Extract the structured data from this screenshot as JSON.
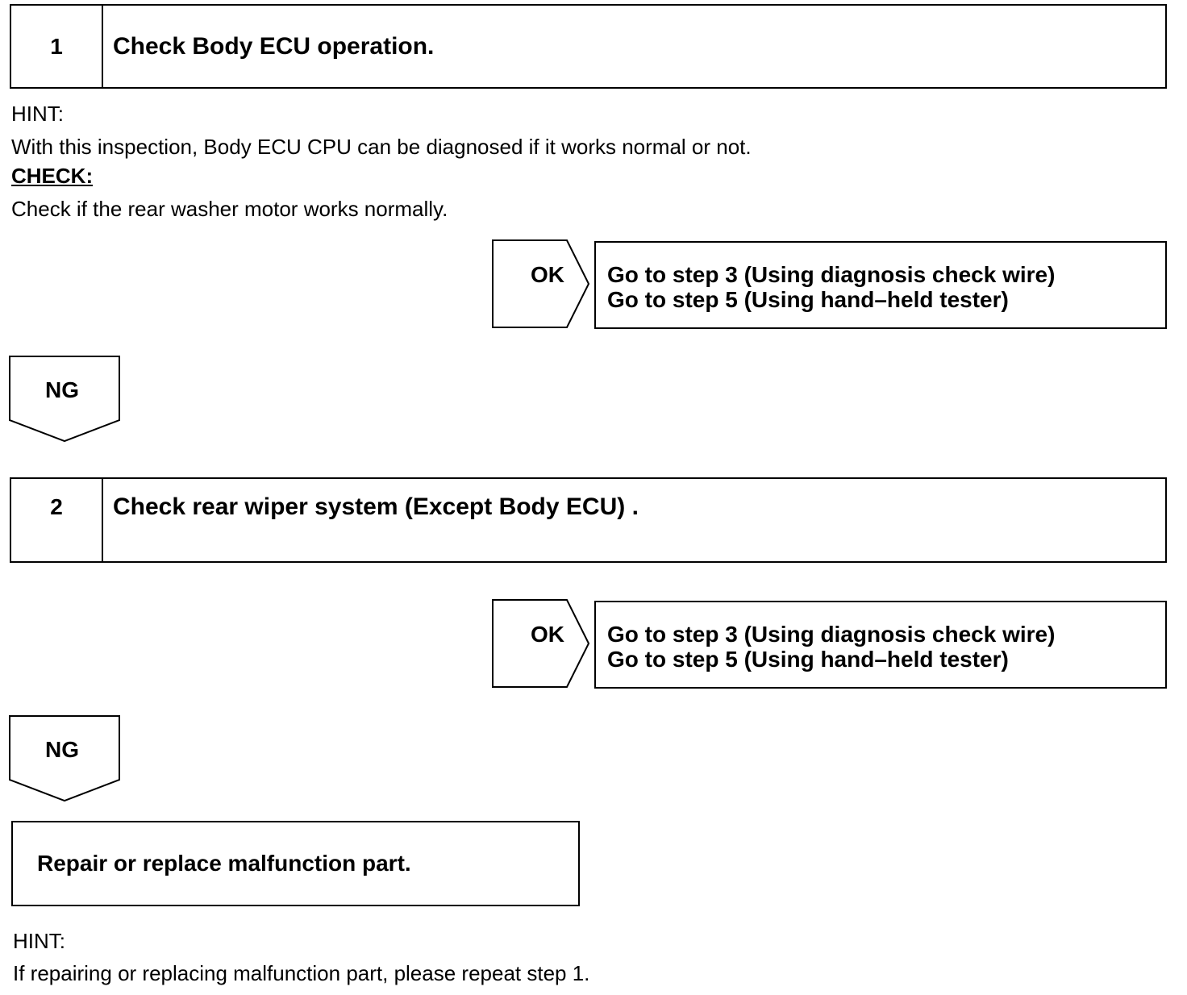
{
  "step1": {
    "number": "1",
    "title": "Check Body ECU operation."
  },
  "hint1": {
    "label": "HINT:",
    "text": "With this inspection, Body ECU CPU can be diagnosed if it works normal or not."
  },
  "check": {
    "label": "CHECK:",
    "text": "Check if the rear washer motor works normally."
  },
  "ok1": {
    "label": "OK",
    "lines": [
      "Go to step 3 (Using diagnosis check wire)",
      "Go to step 5 (Using hand–held tester)"
    ]
  },
  "ng1": {
    "label": "NG"
  },
  "step2": {
    "number": "2",
    "title": "Check rear wiper system (Except Body ECU) ."
  },
  "ok2": {
    "label": "OK",
    "lines": [
      "Go to step 3 (Using diagnosis check wire)",
      "Go to step 5 (Using hand–held tester)"
    ]
  },
  "ng2": {
    "label": "NG"
  },
  "repair": {
    "text": "Repair or replace malfunction part."
  },
  "hint2": {
    "label": "HINT:",
    "text": "If repairing or replacing malfunction part, please repeat step 1."
  }
}
